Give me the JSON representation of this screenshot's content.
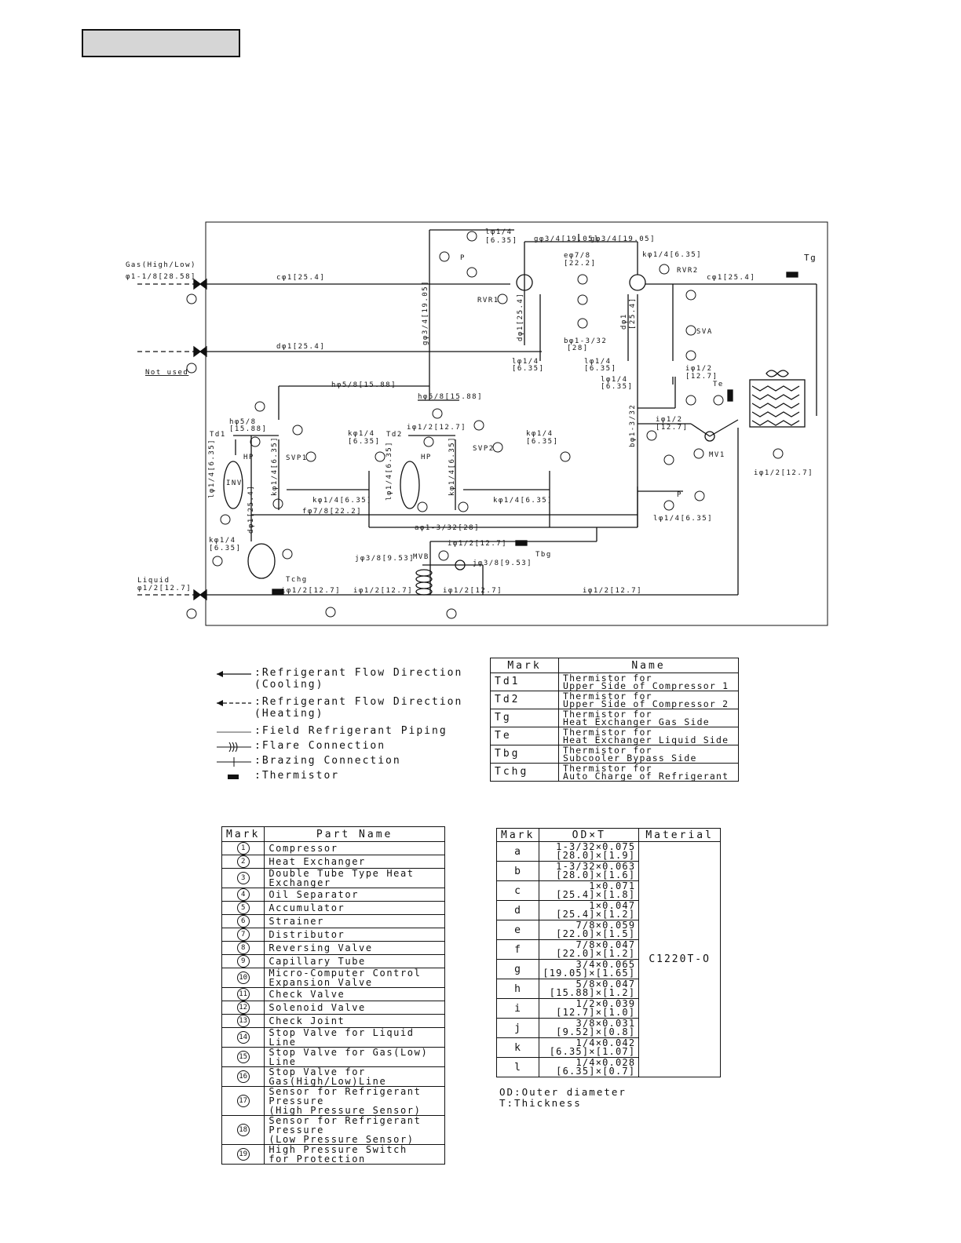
{
  "diagram": {
    "labels": {
      "gas_high_low": "Gas(High/Low)",
      "gas_high_low_size": "φ1-1/8[28.58]",
      "not_used": "Not used",
      "liquid": "Liquid",
      "liquid_size": "φ1/2[12.7]",
      "tg": "Tg",
      "te": "Te",
      "tbg": "Tbg",
      "tchg": "Tchg",
      "td1": "Td1",
      "td2": "Td2",
      "rvr1": "RVR1",
      "rvr2": "RVR2",
      "sva": "SVA",
      "svp1": "SVP1",
      "svp2": "SVP2",
      "mv1": "MV1",
      "mvb": "MVB",
      "inv": "INV",
      "hp": "HP",
      "p": "P"
    },
    "pipes": {
      "c1_top": "cφ1[25.4]",
      "c1_right": "cφ1[25.4]",
      "d1_second": "dφ1[25.4]",
      "g34_vert": "gφ3/4[19.05]",
      "g34_a": "gφ3/4[19.05]",
      "g34_b": "gφ3/4[19.05]",
      "l14_top_a": "lφ1/4",
      "l14_top_b": "[6.35]",
      "k14_top": "kφ1/4[6.35]",
      "e78_a": "eφ7/8",
      "e78_b": "[22.2]",
      "d1_vert": "dφ1[25.4]",
      "d1_vert_r_a": "dφ1",
      "d1_vert_r_b": "[25.4]",
      "b1332_a": "bφ1-3/32",
      "b1332_b": "[28]",
      "l14_mid_l_a": "lφ1/4",
      "l14_mid_l_b": "[6.35]",
      "l14_mid_r_a": "lφ1/4",
      "l14_mid_r_b": "[6.35]",
      "l14_right_a": "lφ1/4",
      "l14_right_b": "[6.35]",
      "i12_right_a": "iφ1/2",
      "i12_right_b": "[12.7]",
      "h58_main": "hφ5/8[15.88]",
      "h58_b": "hφ5/8[15.88]",
      "h58_left_a": "hφ5/8",
      "h58_left_b": "[15.88]",
      "i12_td2": "iφ1/2[12.7]",
      "k14_svp1_a": "kφ1/4",
      "k14_svp1_b": "[6.35]",
      "k14_svp2_a": "kφ1/4",
      "k14_svp2_b": "[6.35]",
      "l14_c1": "lφ1/4[6.35]",
      "d1_acc": "dφ1[25.4]",
      "k14_c1": "kφ1/4[6.35]",
      "k14_c1b": "kφ1/4[6.35]",
      "l14_c2": "lφ1/4[6.35]",
      "k14_c2": "kφ1/4[6.35]",
      "k14_c2b": "kφ1/4[6.35]",
      "b1332_vert": "bφ1-3/32",
      "i12_mv1_a": "iφ1/2",
      "i12_mv1_b": "[12.7]",
      "i12_dist": "iφ1/2[12.7]",
      "l14_cj": "lφ1/4[6.35]",
      "f78": "fφ7/8[22.2]",
      "a1332": "aφ1-3/32[28]",
      "i12_tbg": "iφ1/2[12.7]",
      "j38_a": "jφ3/8[9.53]",
      "j38_b": "jφ3/8[9.53]",
      "k14_acc_a": "kφ1/4",
      "k14_acc_b": "[6.35]",
      "i12_liq_a": "iφ1/2[12.7]",
      "i12_liq_b": "iφ1/2[12.7]",
      "i12_liq_c": "iφ1/2[12.7]",
      "i12_liq_d": "iφ1/2[12.7]"
    }
  },
  "legend": [
    {
      "symbol": "solid-arrow",
      "text": ":Refrigerant Flow Direction",
      "text2": " (Cooling)"
    },
    {
      "symbol": "dashed-arrow",
      "text": ":Refrigerant Flow Direction",
      "text2": " (Heating)"
    },
    {
      "symbol": "thin-line",
      "text": ":Field Refrigerant Piping",
      "text2": ""
    },
    {
      "symbol": "flare",
      "text": ":Flare Connection",
      "text2": ""
    },
    {
      "symbol": "brazing",
      "text": ":Brazing Connection",
      "text2": ""
    },
    {
      "symbol": "thermistor",
      "text": ":Thermistor",
      "text2": ""
    }
  ],
  "thermistor_table": {
    "headers": [
      "Mark",
      "Name"
    ],
    "rows": [
      {
        "mark": "Td1",
        "l1": "Thermistor for",
        "l2": "Upper Side of Compressor 1"
      },
      {
        "mark": "Td2",
        "l1": "Thermistor for",
        "l2": "Upper Side of Compressor 2"
      },
      {
        "mark": "Tg",
        "l1": "Thermistor for",
        "l2": "Heat Exchanger Gas Side"
      },
      {
        "mark": "Te",
        "l1": "Thermistor for",
        "l2": "Heat Exchanger Liquid Side"
      },
      {
        "mark": "Tbg",
        "l1": "Thermistor for",
        "l2": "Subcooler Bypass Side"
      },
      {
        "mark": "Tchg",
        "l1": "Thermistor for",
        "l2": "Auto Charge of Refrigerant"
      }
    ]
  },
  "parts_table": {
    "headers": [
      "Mark",
      "Part Name"
    ],
    "rows": [
      {
        "mark": "1",
        "l1": "Compressor",
        "l2": ""
      },
      {
        "mark": "2",
        "l1": "Heat Exchanger",
        "l2": ""
      },
      {
        "mark": "3",
        "l1": "Double Tube Type Heat Exchanger",
        "l2": ""
      },
      {
        "mark": "4",
        "l1": "Oil Separator",
        "l2": ""
      },
      {
        "mark": "5",
        "l1": "Accumulator",
        "l2": ""
      },
      {
        "mark": "6",
        "l1": "Strainer",
        "l2": ""
      },
      {
        "mark": "7",
        "l1": "Distributor",
        "l2": ""
      },
      {
        "mark": "8",
        "l1": "Reversing Valve",
        "l2": ""
      },
      {
        "mark": "9",
        "l1": "Capillary Tube",
        "l2": ""
      },
      {
        "mark": "10",
        "l1": "Micro-Computer Control",
        "l2": "Expansion Valve"
      },
      {
        "mark": "11",
        "l1": "Check Valve",
        "l2": ""
      },
      {
        "mark": "12",
        "l1": "Solenoid Valve",
        "l2": ""
      },
      {
        "mark": "13",
        "l1": "Check Joint",
        "l2": ""
      },
      {
        "mark": "14",
        "l1": "Stop Valve for Liquid Line",
        "l2": ""
      },
      {
        "mark": "15",
        "l1": "Stop Valve for Gas(Low) Line",
        "l2": ""
      },
      {
        "mark": "16",
        "l1": "Stop Valve for Gas(High/Low)Line",
        "l2": ""
      },
      {
        "mark": "17",
        "l1": "Sensor for Refrigerant Pressure",
        "l2": "(High Pressure Sensor)"
      },
      {
        "mark": "18",
        "l1": "Sensor for Refrigerant Pressure",
        "l2": "(Low Pressure Sensor)"
      },
      {
        "mark": "19",
        "l1": "High Pressure Switch",
        "l2": "for Protection"
      }
    ]
  },
  "pipe_table": {
    "headers": [
      "Mark",
      "OD×T",
      "Material"
    ],
    "material": "C1220T-O",
    "rows": [
      {
        "mark": "a",
        "l1": "1-3/32×0.075",
        "l2": "[28.0]×[1.9]"
      },
      {
        "mark": "b",
        "l1": "1-3/32×0.063",
        "l2": "[28.0]×[1.6]"
      },
      {
        "mark": "c",
        "l1": "1×0.071",
        "l2": "[25.4]×[1.8]"
      },
      {
        "mark": "d",
        "l1": "1×0.047",
        "l2": "[25.4]×[1.2]"
      },
      {
        "mark": "e",
        "l1": "7/8×0.059",
        "l2": "[22.0]×[1.5]"
      },
      {
        "mark": "f",
        "l1": "7/8×0.047",
        "l2": "[22.0]×[1.2]"
      },
      {
        "mark": "g",
        "l1": "3/4×0.065",
        "l2": "[19.05]×[1.65]"
      },
      {
        "mark": "h",
        "l1": "5/8×0.047",
        "l2": "[15.88]×[1.2]"
      },
      {
        "mark": "i",
        "l1": "1/2×0.039",
        "l2": "[12.7]×[1.0]"
      },
      {
        "mark": "j",
        "l1": "3/8×0.031",
        "l2": "[9.52]×[0.8]"
      },
      {
        "mark": "k",
        "l1": "1/4×0.042",
        "l2": "[6.35]×[1.07]"
      },
      {
        "mark": "l",
        "l1": "1/4×0.028",
        "l2": "[6.35]×[0.7]"
      }
    ],
    "note1": "OD:Outer diameter",
    "note2": "T:Thickness"
  }
}
